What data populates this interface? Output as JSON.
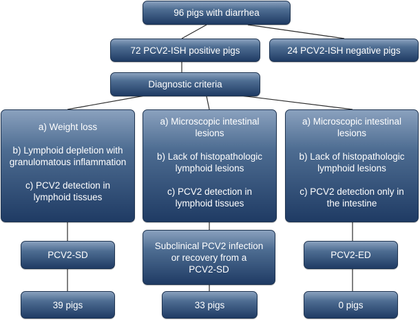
{
  "root": "96 pigs with diarrhea",
  "positive": "72 PCV2-ISH positive pigs",
  "negative": "24 PCV2-ISH negative pigs",
  "criteria_header": "Diagnostic criteria",
  "columns": [
    {
      "criteria": [
        [
          "a) Weight loss"
        ],
        [
          "b) Lymphoid depletion with",
          "granulomatous inflammation"
        ],
        [
          "c) PCV2 detection in",
          "lymphoid tissues"
        ]
      ],
      "outcome": [
        "PCV2-SD"
      ],
      "count": "39 pigs"
    },
    {
      "criteria": [
        [
          "a) Microscopic intestinal",
          "lesions"
        ],
        [
          "b) Lack of histopathologic",
          "lymphoid lesions"
        ],
        [
          "c) PCV2 detection in",
          "lymphoid tissues"
        ]
      ],
      "outcome": [
        "Subclinical PCV2 infection",
        "or recovery from a",
        "PCV2-SD"
      ],
      "count": "33 pigs"
    },
    {
      "criteria": [
        [
          "a) Microscopic intestinal",
          "lesions"
        ],
        [
          "b) Lack of histopathologic",
          "lymphoid lesions"
        ],
        [
          "c) PCV2 detection only in",
          "the intestine"
        ]
      ],
      "outcome": [
        "PCV2-ED"
      ],
      "count": "0 pigs"
    }
  ]
}
